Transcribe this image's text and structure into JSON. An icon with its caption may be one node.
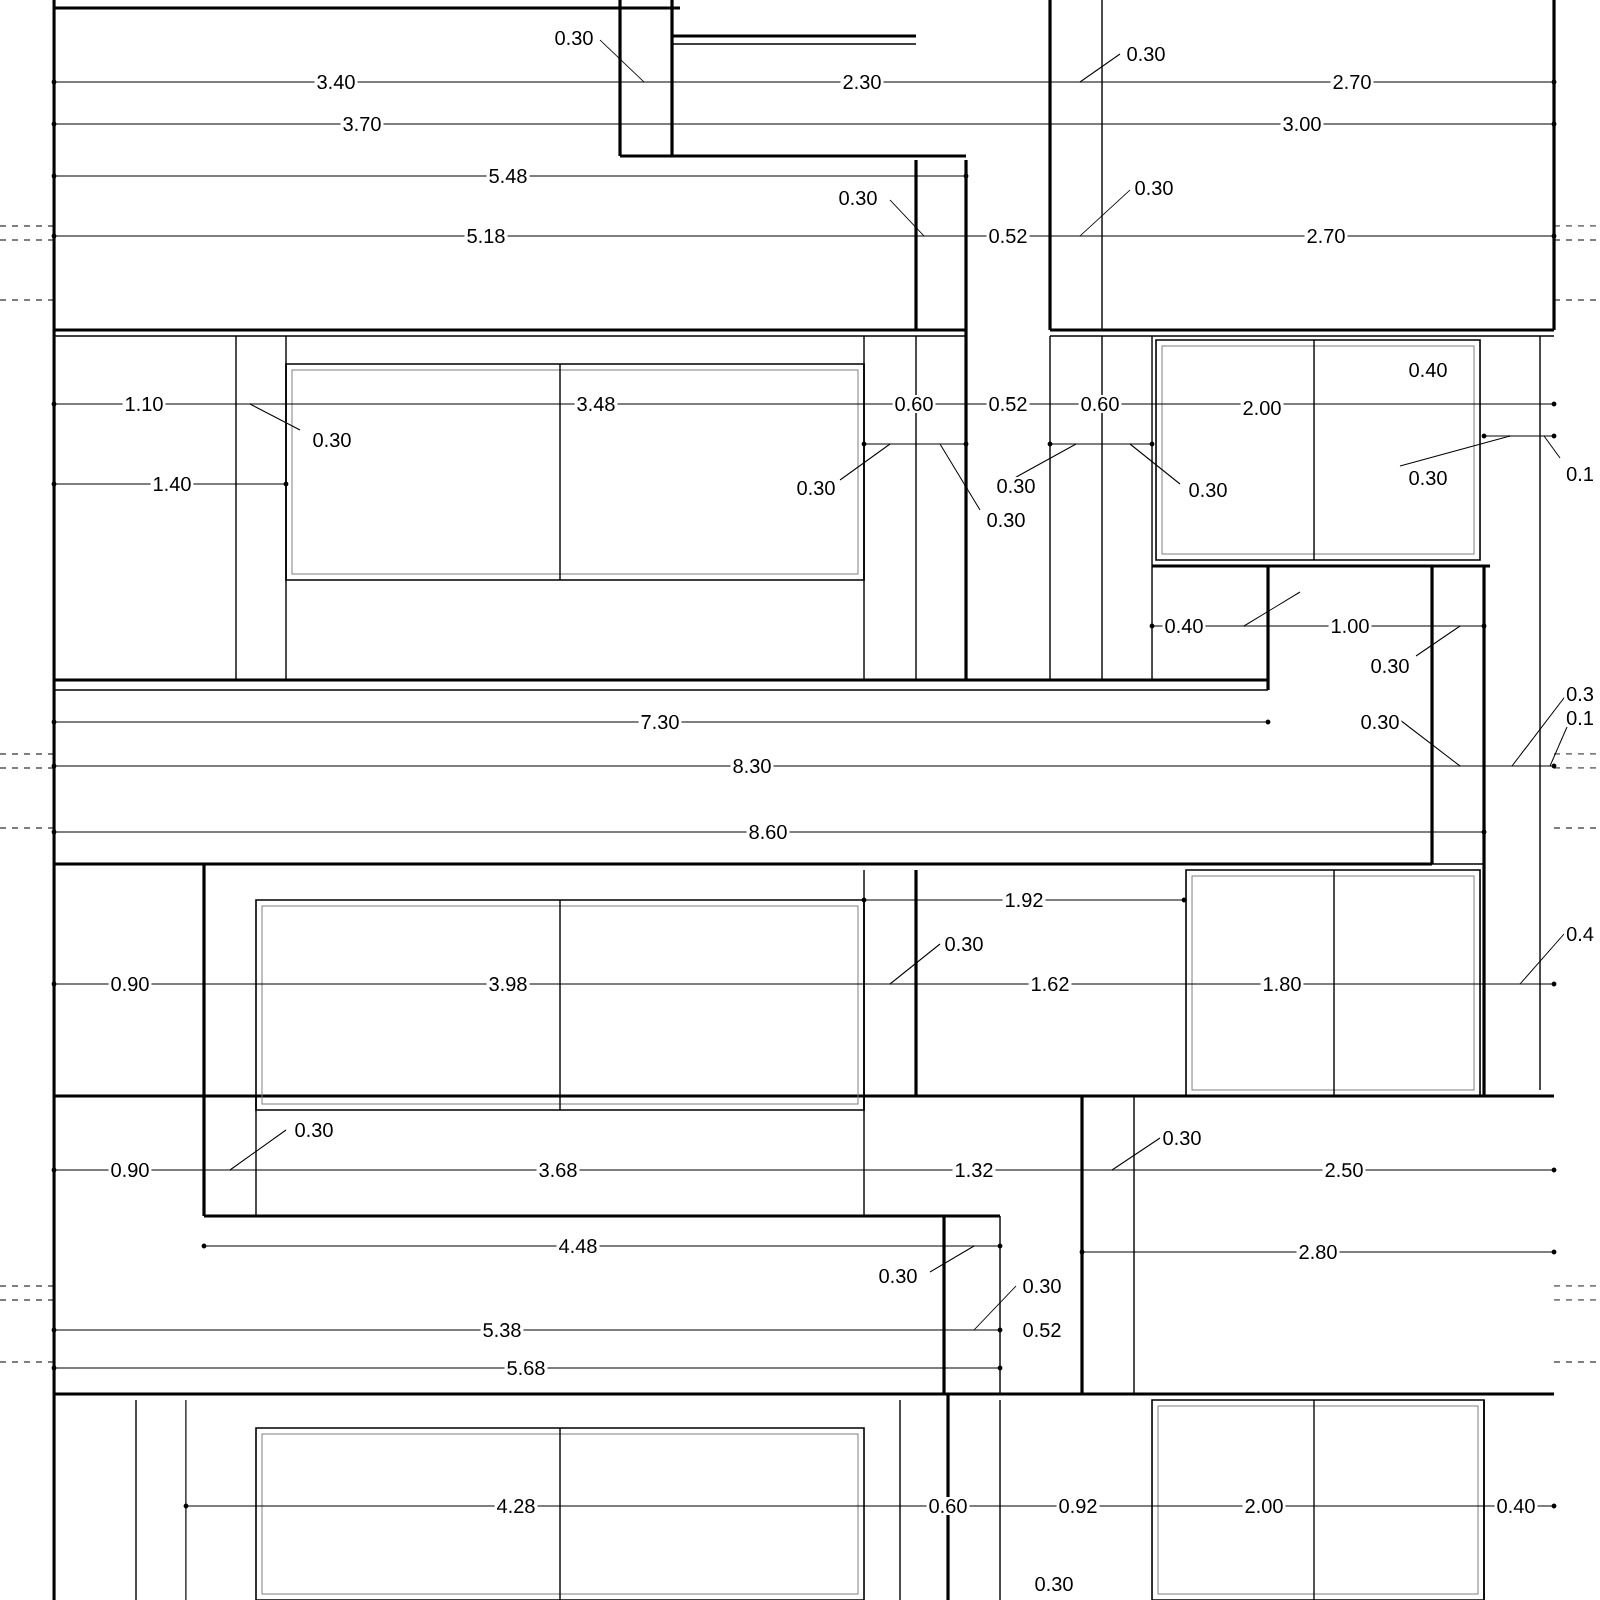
{
  "diagram": {
    "labels": [
      "0.30",
      "0.30",
      "3.40",
      "2.30",
      "2.70",
      "3.70",
      "3.00",
      "5.48",
      "0.30",
      "0.30",
      "5.18",
      "0.52",
      "2.70",
      "0.40",
      "1.10",
      "3.48",
      "0.60",
      "0.52",
      "0.60",
      "2.00",
      "0.30",
      "1.40",
      "0.30",
      "0.30",
      "0.30",
      "0.30",
      "0.1",
      "0.30",
      "0.40",
      "1.00",
      "0.30",
      "0.3",
      "7.30",
      "0.30",
      "0.1",
      "8.30",
      "8.60",
      "1.92",
      "0.30",
      "0.4",
      "0.90",
      "3.98",
      "1.62",
      "1.80",
      "0.30",
      "0.30",
      "0.90",
      "3.68",
      "1.32",
      "2.50",
      "4.48",
      "2.80",
      "0.30",
      "0.30",
      "5.38",
      "0.52",
      "5.68",
      "4.28",
      "0.60",
      "0.92",
      "2.00",
      "0.40",
      "0.30"
    ]
  }
}
